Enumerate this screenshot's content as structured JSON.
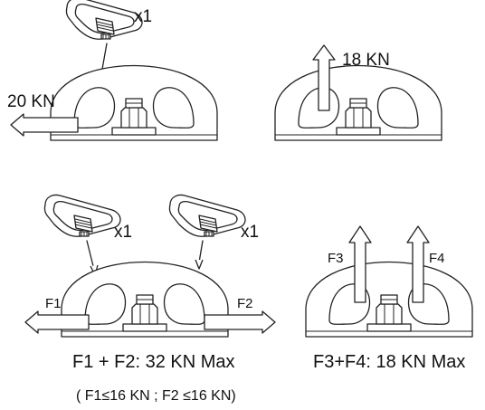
{
  "diagram": {
    "panel_top_left": {
      "clip_count": "x1",
      "force_label": "20 KN"
    },
    "panel_top_right": {
      "force_label": "18 KN"
    },
    "panel_bottom_left": {
      "clip_count_left": "x1",
      "clip_count_right": "x1",
      "f1_label": "F1",
      "f2_label": "F2",
      "caption": "F1 + F2: 32 KN  Max",
      "subcaption": "( F1≤16 KN ; F2 ≤16 KN)"
    },
    "panel_bottom_right": {
      "f3_label": "F3",
      "f4_label": "F4",
      "caption": "F3+F4: 18 KN Max"
    }
  }
}
